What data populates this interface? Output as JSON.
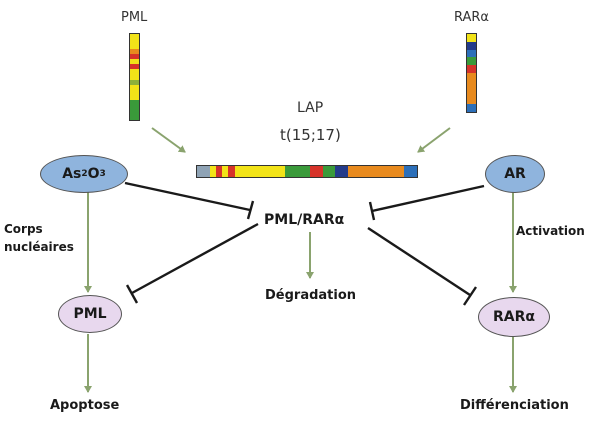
{
  "labels": {
    "pml_top": "PML",
    "rara_top": "RARα",
    "lap": "LAP",
    "translocation": "t(15;17)",
    "as2o3_base": "As",
    "as2o3_sub1": "2",
    "as2o3_mid": "O",
    "as2o3_sub2": "3",
    "ar": "AR",
    "fusion": "PML/RARα",
    "corps_line1": "Corps",
    "corps_line2": "nucléaires",
    "activation": "Activation",
    "pml_node": "PML",
    "degradation": "Dégradation",
    "rara_node": "RARα",
    "apoptose": "Apoptose",
    "differenciation": "Différenciation"
  },
  "colors": {
    "node_blue": "#8fb4dd",
    "node_pink": "#e8d8ee",
    "green_arrow": "#8aa36e",
    "inhibit_line": "#1a1a1a",
    "bar_gray": "#8fa3b5",
    "bar_red": "#d6332a",
    "bar_yellow": "#f2e318",
    "bar_green": "#3a9a3a",
    "bar_orange": "#e88a1e",
    "bar_blue": "#2c6fb9",
    "bar_navy": "#243b8a"
  },
  "bars": {
    "pml_vertical": [
      {
        "c": "#f2e318",
        "w": 3
      },
      {
        "c": "#e88a1e",
        "w": 1
      },
      {
        "c": "#d6332a",
        "w": 1
      },
      {
        "c": "#f2e318",
        "w": 1
      },
      {
        "c": "#d6332a",
        "w": 1
      },
      {
        "c": "#f2e318",
        "w": 2
      },
      {
        "c": "#8db03a",
        "w": 1
      },
      {
        "c": "#f2e318",
        "w": 3
      },
      {
        "c": "#3a9a3a",
        "w": 4
      }
    ],
    "rara_vertical": [
      {
        "c": "#f2e318",
        "w": 1
      },
      {
        "c": "#243b8a",
        "w": 1
      },
      {
        "c": "#2c6fb9",
        "w": 1
      },
      {
        "c": "#3a9a3a",
        "w": 1
      },
      {
        "c": "#d6332a",
        "w": 1
      },
      {
        "c": "#e88a1e",
        "w": 4
      },
      {
        "c": "#2c6fb9",
        "w": 1
      }
    ],
    "fusion_horizontal": [
      {
        "c": "#8fa3b5",
        "w": 2
      },
      {
        "c": "#f2e318",
        "w": 1
      },
      {
        "c": "#d6332a",
        "w": 1
      },
      {
        "c": "#f2e318",
        "w": 1
      },
      {
        "c": "#d6332a",
        "w": 1
      },
      {
        "c": "#f2e318",
        "w": 8
      },
      {
        "c": "#3a9a3a",
        "w": 4
      },
      {
        "c": "#d6332a",
        "w": 2
      },
      {
        "c": "#3a9a3a",
        "w": 2
      },
      {
        "c": "#243b8a",
        "w": 2
      },
      {
        "c": "#e88a1e",
        "w": 9
      },
      {
        "c": "#2c6fb9",
        "w": 2
      }
    ]
  }
}
